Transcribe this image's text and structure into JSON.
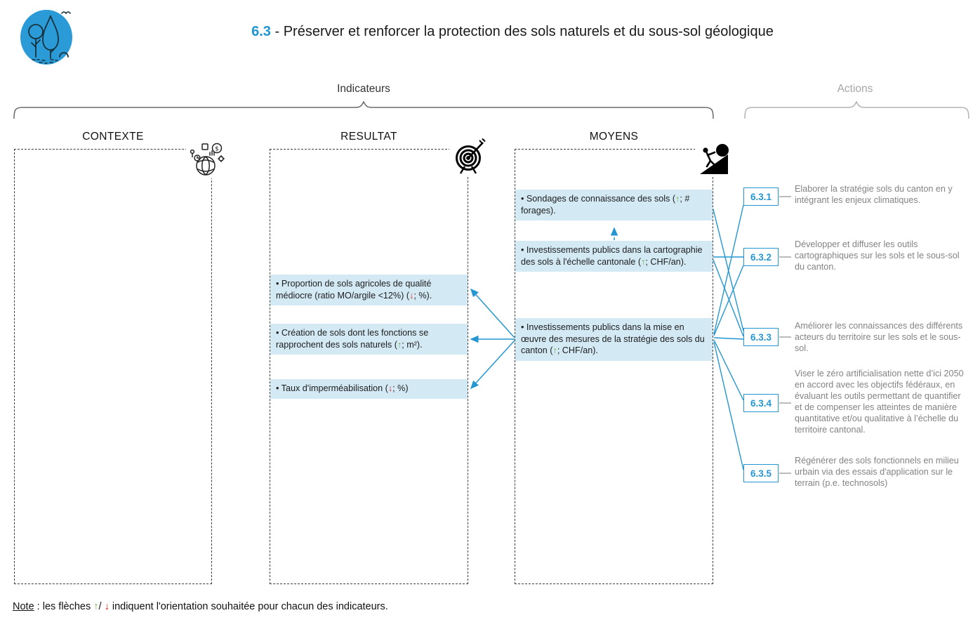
{
  "header": {
    "code": "6.3",
    "title_rest": " - Préserver et renforcer la protection des sols naturels et du sous-sol géologique"
  },
  "groups": {
    "indicateurs_label": "Indicateurs",
    "actions_label": "Actions"
  },
  "columns": {
    "contexte": {
      "header": "CONTEXTE",
      "icon": "globe-economy-icon",
      "items": []
    },
    "resultat": {
      "header": "RESULTAT",
      "icon": "target-icon",
      "items": [
        {
          "text_before": "• Proportion de sols agricoles de qualité médiocre (ratio MO/argile <12%) (",
          "arrow": "↓",
          "direction": "down",
          "text_after": "; %)."
        },
        {
          "text_before": "• Création de sols dont les fonctions se rapprochent des sols naturels (",
          "arrow": "↑",
          "direction": "up",
          "text_after": "; m²)."
        },
        {
          "text_before": "• Taux d'imperméabilisation (",
          "arrow": "↓",
          "direction": "down",
          "text_after": "; %)"
        }
      ]
    },
    "moyens": {
      "header": "MOYENS",
      "icon": "effort-person-boulder-icon",
      "items": [
        {
          "text_before": "• Sondages de connaissance des sols (",
          "arrow": "↑",
          "direction": "up",
          "text_after": "; # forages)."
        },
        {
          "text_before": "• Investissements publics dans la cartographie des sols à l'échelle cantonale (",
          "arrow": "↑",
          "direction": "up",
          "text_after": "; CHF/an)."
        },
        {
          "text_before": "• Investissements publics dans la mise en œuvre des mesures de la stratégie des sols du canton (",
          "arrow": "↑",
          "direction": "up",
          "text_after": "; CHF/an)."
        }
      ]
    }
  },
  "actions": [
    {
      "code": "6.3.1",
      "description": "Elaborer la stratégie sols du canton en y intégrant les enjeux climatiques."
    },
    {
      "code": "6.3.2",
      "description": "Développer et diffuser les outils cartographiques sur les sols et le sous-sol du canton."
    },
    {
      "code": "6.3.3",
      "description": "Améliorer les connaissances des différents acteurs du territoire sur les sols et le sous-sol."
    },
    {
      "code": "6.3.4",
      "description": "Viser le zéro artificialisation nette d’ici 2050 en accord avec les objectifs fédéraux, en évaluant les outils permettant de quantifier et de compenser les atteintes de manière quantitative et/ou qualitative à l’échelle du territoire cantonal."
    },
    {
      "code": "6.3.5",
      "description": "Régénérer des sols fonctionnels en milieu urbain via des essais d'application sur le terrain (p.e. technosols)"
    }
  ],
  "connections": {
    "moyens_to_actions": [
      {
        "from_moyens_item": 1,
        "to_action": "6.3.3"
      },
      {
        "from_moyens_item": 2,
        "to_action": "6.3.2"
      },
      {
        "from_moyens_item": 2,
        "to_action": "6.3.3"
      },
      {
        "from_moyens_item": 3,
        "to_action": "6.3.1"
      },
      {
        "from_moyens_item": 3,
        "to_action": "6.3.2"
      },
      {
        "from_moyens_item": 3,
        "to_action": "6.3.3"
      },
      {
        "from_moyens_item": 3,
        "to_action": "6.3.4"
      },
      {
        "from_moyens_item": 3,
        "to_action": "6.3.5"
      }
    ],
    "moyens_to_resultat": [
      {
        "from_moyens_item": 3,
        "to_resultat_item": 1
      },
      {
        "from_moyens_item": 3,
        "to_resultat_item": 2
      },
      {
        "from_moyens_item": 3,
        "to_resultat_item": 3
      }
    ],
    "moyens_internal": [
      {
        "from_moyens_item": 2,
        "to_moyens_item": 1,
        "style": "dashed-up-arrow"
      }
    ]
  },
  "note": {
    "label": "Note",
    "before_arrows": " : les flèches ",
    "up_arrow": "↑",
    "slash": "/ ",
    "down_arrow": "↓",
    "after_arrows": " indiquent l'orientation souhaitée pour chacun des indicateurs."
  },
  "colors": {
    "accent_blue": "#2496d2",
    "highlight_blue": "#d3e9f4",
    "arrow_up_green": "#70ad47",
    "arrow_down_red": "#e32119",
    "actions_gray": "#838383",
    "logo_blue": "#2b9bd7"
  }
}
